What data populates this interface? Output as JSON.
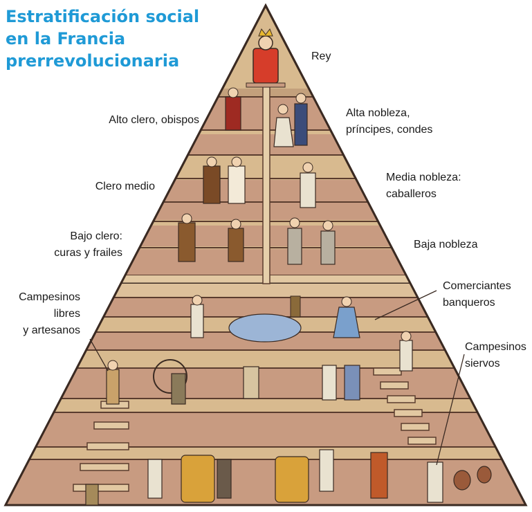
{
  "title_lines": [
    "Estratificación social",
    "en la Francia",
    "prerrevolucionaria"
  ],
  "labels": {
    "rey": [
      "Rey"
    ],
    "alto_clero": [
      "Alto clero, obispos"
    ],
    "alta_nobleza": [
      "Alta nobleza,",
      "príncipes, condes"
    ],
    "clero_medio": [
      "Clero medio"
    ],
    "media_nobleza": [
      "Media nobleza:",
      "caballeros"
    ],
    "bajo_clero": [
      "Bajo clero:",
      "curas y frailes"
    ],
    "baja_nobleza": [
      "Baja nobleza"
    ],
    "campesinos_libres": [
      "Campesinos",
      "libres",
      "y artesanos"
    ],
    "comerciantes": [
      "Comerciantes",
      "banqueros"
    ],
    "campesinos_siervos": [
      "Campesinos",
      "siervos"
    ]
  },
  "colors": {
    "title": "#1f9ad6",
    "pyramid_fill": "#d7b88d",
    "step_face": "#c99a80",
    "step_edge": "#5a3c2e",
    "outline": "#3a2a22"
  }
}
